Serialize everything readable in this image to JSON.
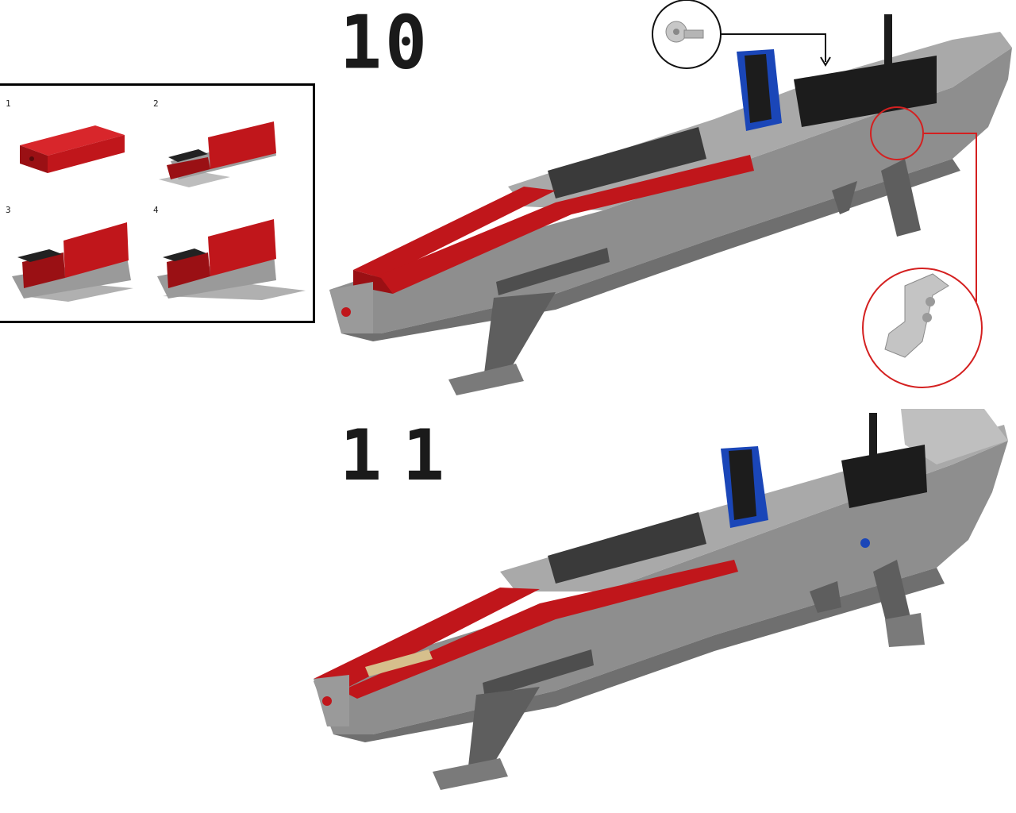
{
  "steps": [
    {
      "number": "10"
    },
    {
      "number": "11"
    }
  ],
  "subassembly": {
    "substeps": [
      {
        "label": "1"
      },
      {
        "label": "2"
      },
      {
        "label": "3"
      },
      {
        "label": "4"
      }
    ]
  },
  "colors": {
    "red": "#c0161b",
    "dark_red": "#7a0c10",
    "light_gray": "#b8b8b8",
    "mid_gray": "#8e8e8e",
    "dark_gray": "#5e5e5e",
    "black": "#141414",
    "blue": "#1a46b8",
    "callout_red": "#d42020",
    "tan": "#d6bf8c"
  },
  "callouts": [
    {
      "icon": "gear-part-icon",
      "color": "black"
    },
    {
      "icon": "technic-liftarm-icon",
      "color": "red"
    }
  ]
}
